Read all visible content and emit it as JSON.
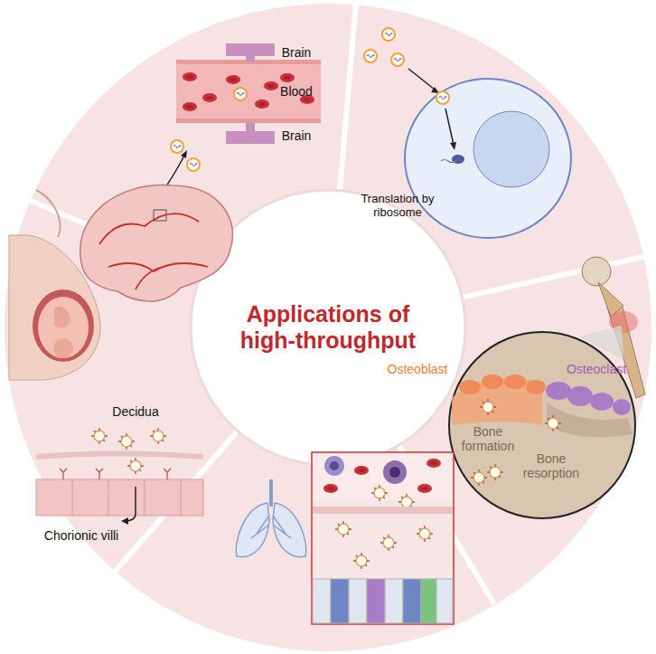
{
  "diagram": {
    "title": "Applications of high-throughput",
    "labels": [
      "Brain",
      "Blood",
      "Brain",
      "Translation by ribosome",
      "Osteoblast",
      "Osteoclast",
      "Bone formation",
      "Bone resorption",
      "Decidua",
      "Chorionic villi"
    ]
  }
}
